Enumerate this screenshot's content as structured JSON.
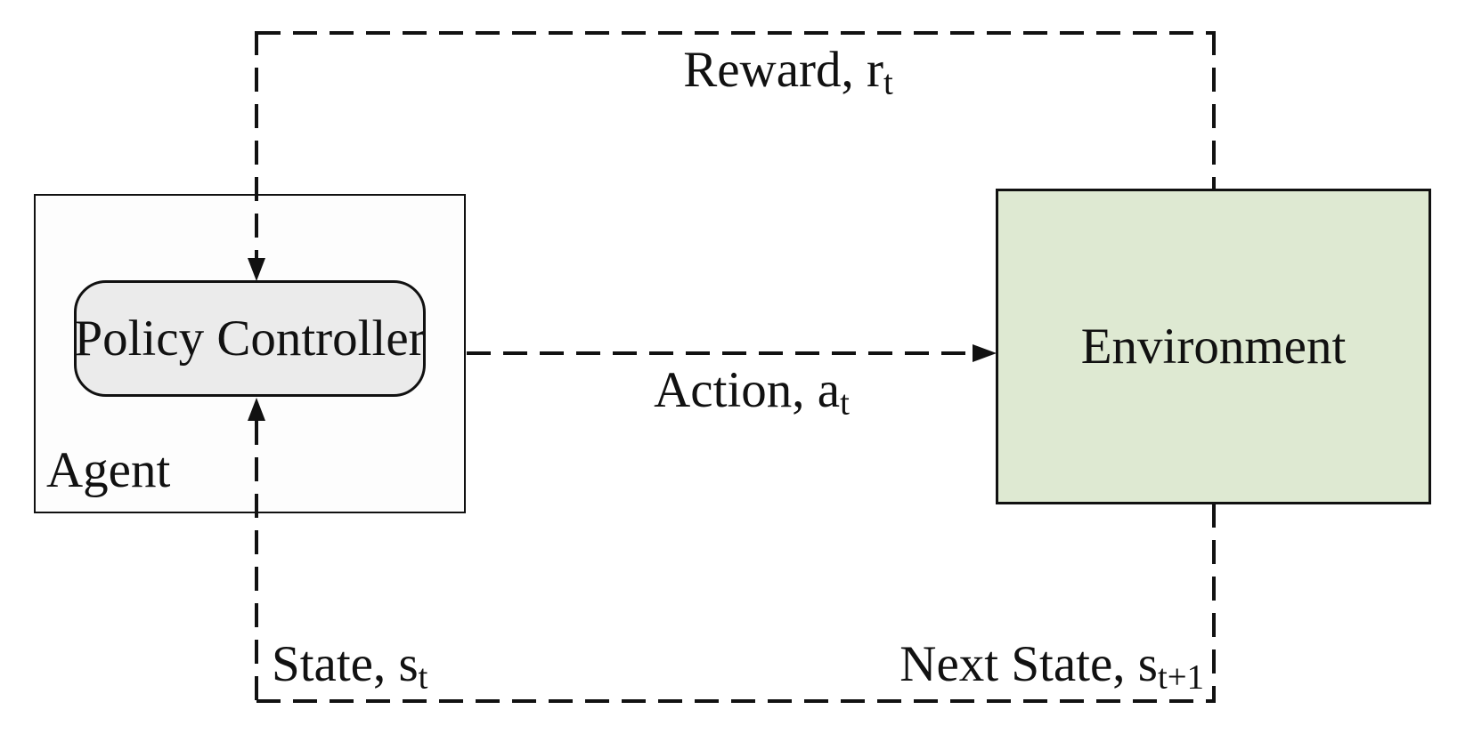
{
  "nodes": {
    "agent": {
      "label": "Agent"
    },
    "policy_controller": {
      "label": "Policy Controller"
    },
    "environment": {
      "label": "Environment"
    }
  },
  "edges": {
    "reward": {
      "text": "Reward, r",
      "sub": "t"
    },
    "action": {
      "text": "Action, a",
      "sub": "t"
    },
    "state": {
      "text": "State, s",
      "sub": "t"
    },
    "next_state": {
      "text": "Next State, s",
      "sub": "t+1"
    }
  },
  "colors": {
    "agent_fill": "#fdfdfd",
    "policy_controller_fill": "#ebebeb",
    "environment_fill": "#dee9d2",
    "line": "#111111"
  }
}
